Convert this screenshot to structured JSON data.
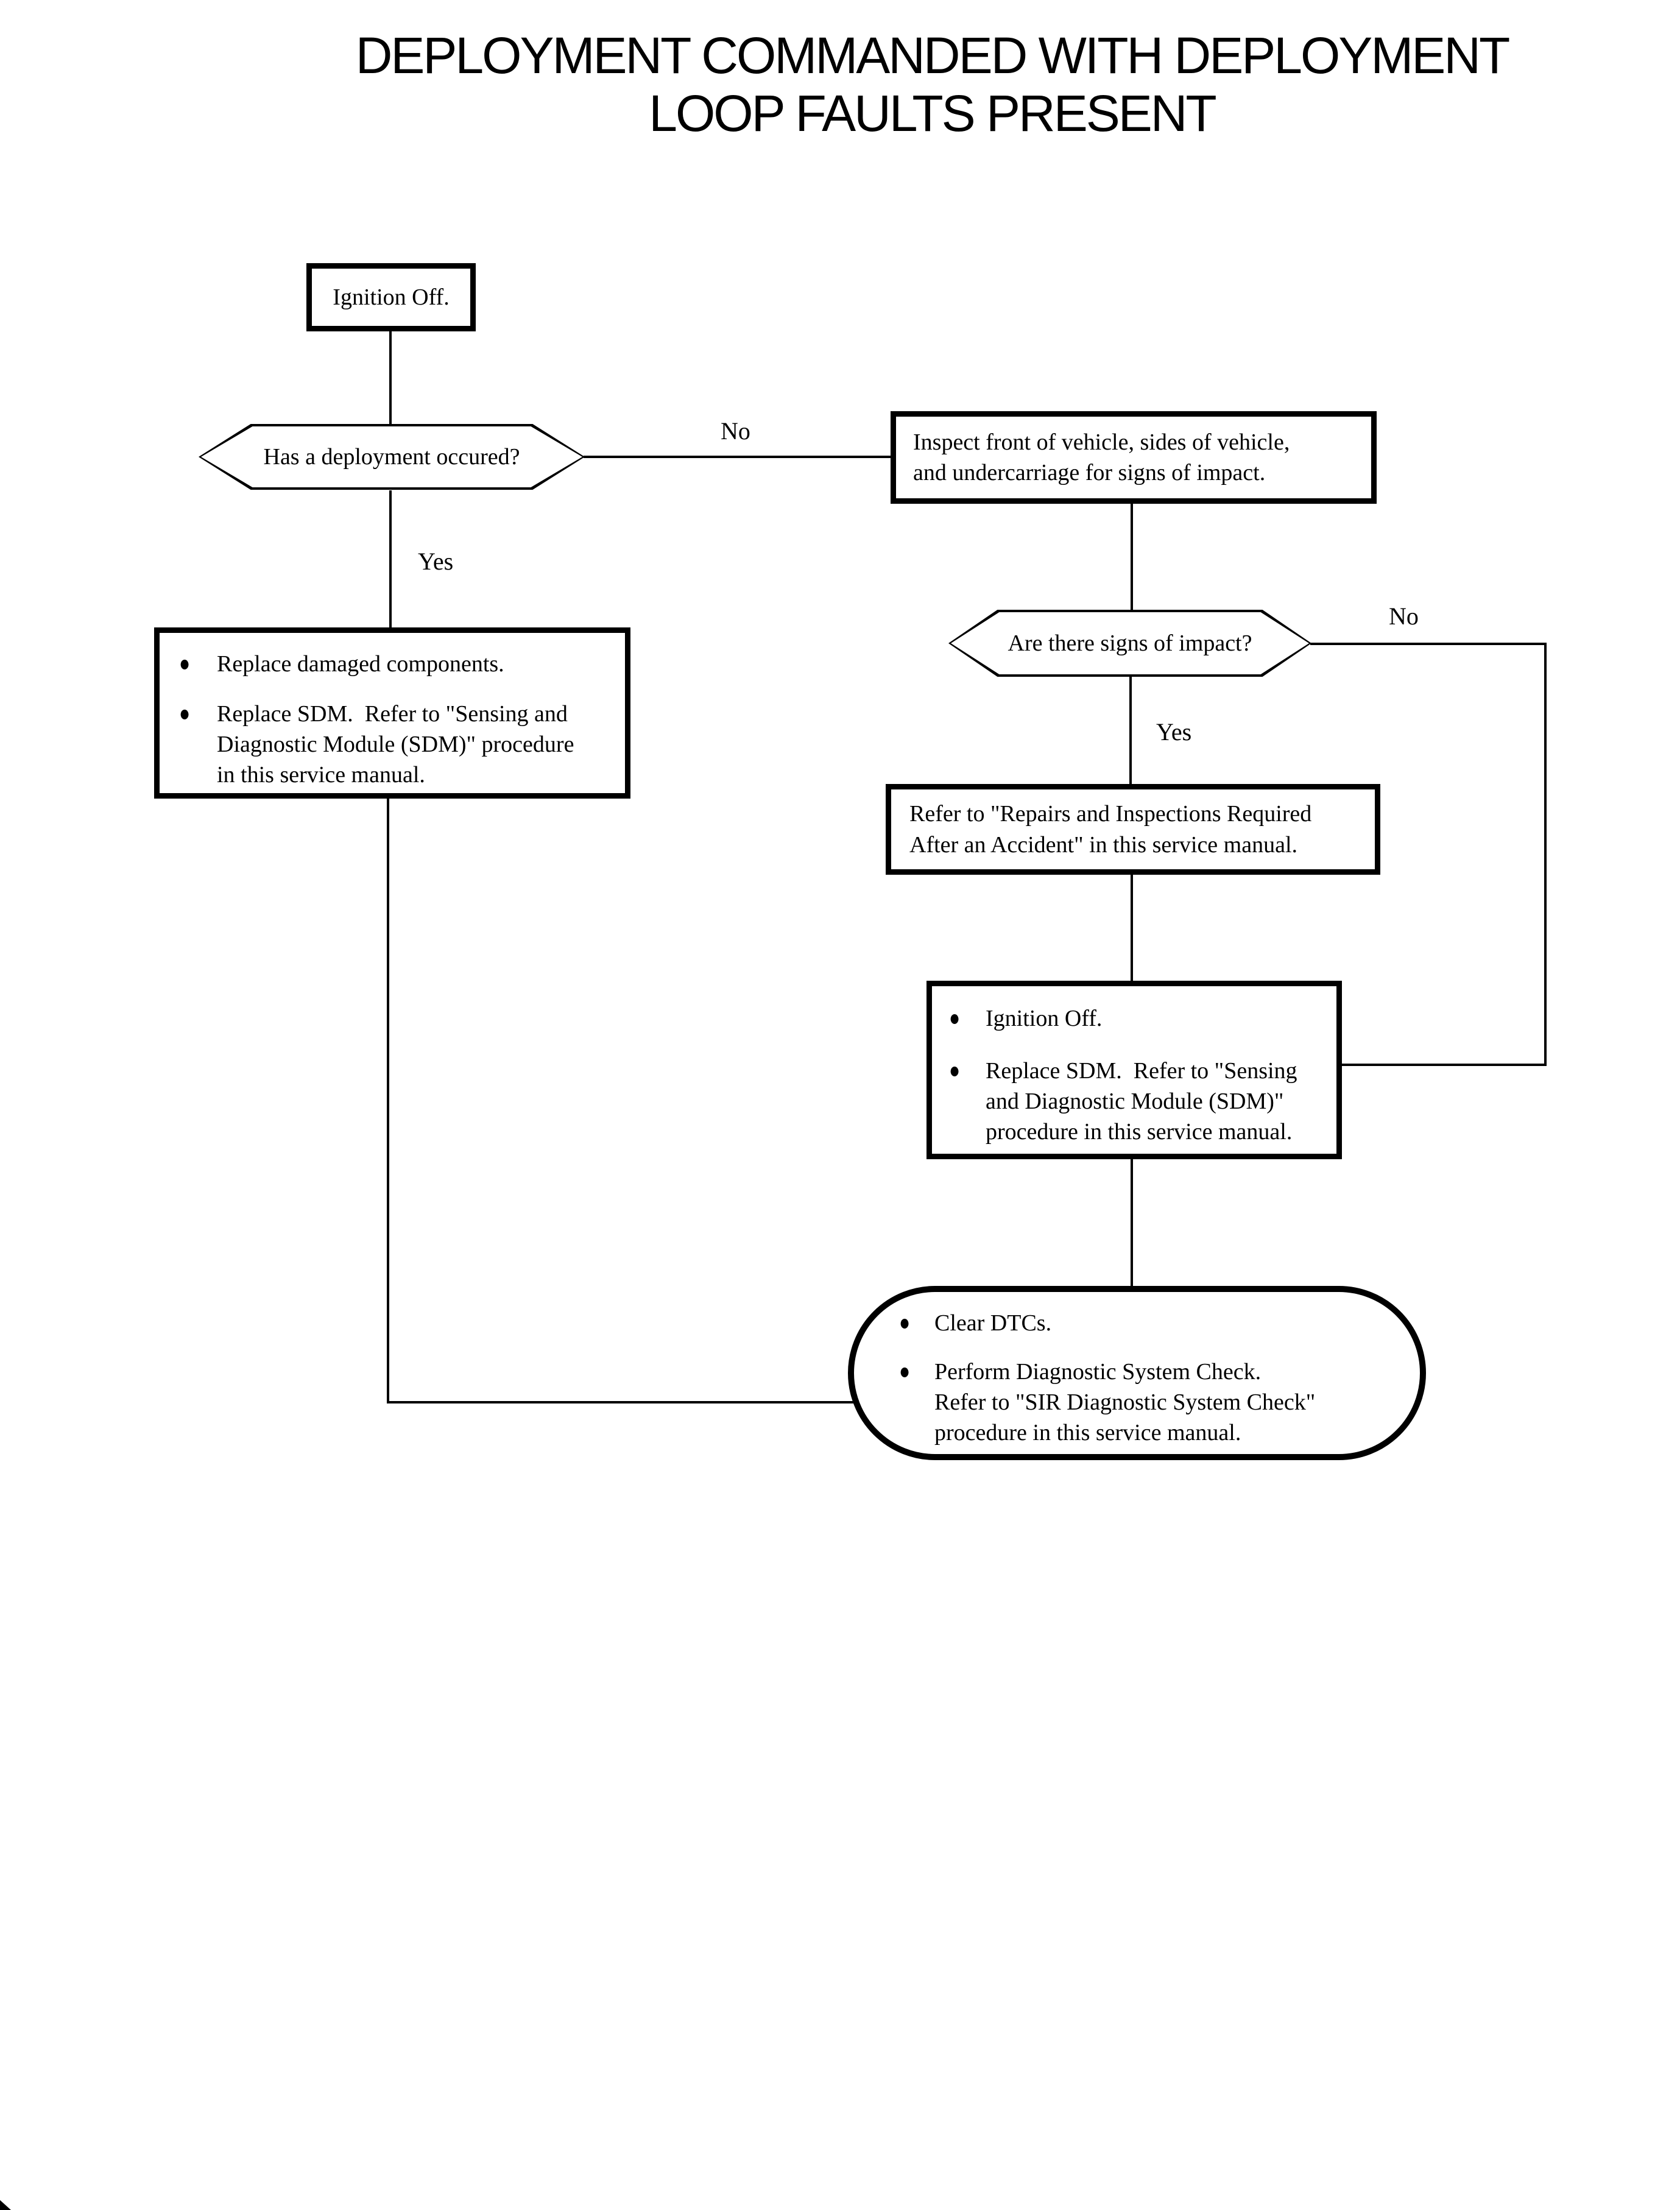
{
  "colors": {
    "ink": "#000000",
    "paper": "#ffffff"
  },
  "icons": {
    "bullet": "●"
  },
  "title": {
    "text": "DEPLOYMENT COMMANDED WITH DEPLOYMENT\nLOOP FAULTS PRESENT"
  },
  "labels": {
    "no_deployment": "No",
    "yes_deployment": "Yes",
    "no_impact": "No",
    "yes_impact": "Yes"
  },
  "nodes": {
    "start": {
      "text": "Ignition Off."
    },
    "q_deployment": {
      "text": "Has a deployment occured?"
    },
    "inspect": {
      "text": "Inspect front of vehicle, sides of vehicle,\nand undercarriage for signs of impact."
    },
    "replace_damaged": {
      "bullets": [
        "Replace damaged components.",
        "Replace SDM.  Refer to \"Sensing and\nDiagnostic Module (SDM)\" procedure\nin this service manual."
      ]
    },
    "q_impact": {
      "text": "Are there signs of impact?"
    },
    "repairs": {
      "text": "Refer to \"Repairs and Inspections Required\nAfter an Accident\" in this service manual."
    },
    "replace_sdm": {
      "bullets": [
        "Ignition Off.",
        "Replace SDM.  Refer to \"Sensing\nand Diagnostic Module (SDM)\"\nprocedure in this service manual."
      ]
    },
    "end": {
      "bullets": [
        "Clear DTCs.",
        "Perform Diagnostic System Check.\nRefer to \"SIR Diagnostic System Check\"\nprocedure in this service manual."
      ]
    }
  }
}
